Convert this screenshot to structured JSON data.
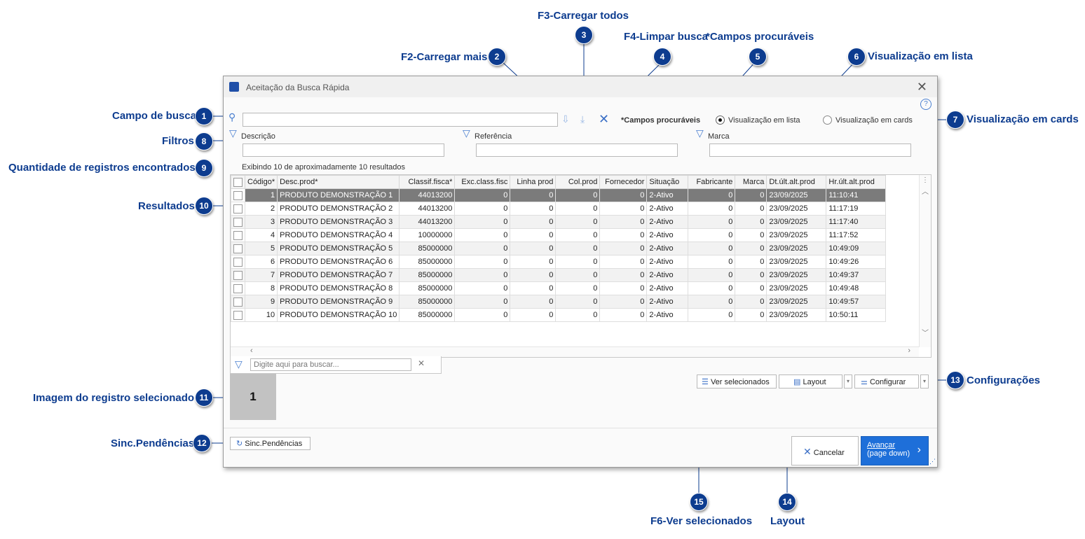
{
  "window": {
    "title": "Aceitação da Busca Rápida",
    "search_placeholder": "Digite aqui para buscar...",
    "campos_procuraveis": "*Campos procuráveis",
    "view_list": "Visualização em lista",
    "view_cards": "Visualização em cards",
    "selected_view": "list",
    "filters": [
      {
        "label": "Descrição"
      },
      {
        "label": "Referência"
      },
      {
        "label": "Marca"
      }
    ],
    "result_count_text": "Exibindo 10 de aproximadamente 10 resultados",
    "table": {
      "columns": [
        "Código*",
        "Desc.prod*",
        "Classif.fisca*",
        "Exc.class.fisc",
        "Linha prod",
        "Col.prod",
        "Fornecedor",
        "Situação",
        "Fabricante",
        "Marca",
        "Dt.últ.alt.prod",
        "Hr.últ.alt.prod"
      ],
      "rows": [
        [
          "1",
          "PRODUTO DEMONSTRAÇÃO 1",
          "44013200",
          "0",
          "0",
          "0",
          "0",
          "2-Ativo",
          "0",
          "0",
          "23/09/2025",
          "11:10:41"
        ],
        [
          "2",
          "PRODUTO DEMONSTRAÇÃO 2",
          "44013200",
          "0",
          "0",
          "0",
          "0",
          "2-Ativo",
          "0",
          "0",
          "23/09/2025",
          "11:17:19"
        ],
        [
          "3",
          "PRODUTO DEMONSTRAÇÃO 3",
          "44013200",
          "0",
          "0",
          "0",
          "0",
          "2-Ativo",
          "0",
          "0",
          "23/09/2025",
          "11:17:40"
        ],
        [
          "4",
          "PRODUTO DEMONSTRAÇÃO 4",
          "10000000",
          "0",
          "0",
          "0",
          "0",
          "2-Ativo",
          "0",
          "0",
          "23/09/2025",
          "11:17:52"
        ],
        [
          "5",
          "PRODUTO DEMONSTRAÇÃO 5",
          "85000000",
          "0",
          "0",
          "0",
          "0",
          "2-Ativo",
          "0",
          "0",
          "23/09/2025",
          "10:49:09"
        ],
        [
          "6",
          "PRODUTO DEMONSTRAÇÃO 6",
          "85000000",
          "0",
          "0",
          "0",
          "0",
          "2-Ativo",
          "0",
          "0",
          "23/09/2025",
          "10:49:26"
        ],
        [
          "7",
          "PRODUTO DEMONSTRAÇÃO 7",
          "85000000",
          "0",
          "0",
          "0",
          "0",
          "2-Ativo",
          "0",
          "0",
          "23/09/2025",
          "10:49:37"
        ],
        [
          "8",
          "PRODUTO DEMONSTRAÇÃO 8",
          "85000000",
          "0",
          "0",
          "0",
          "0",
          "2-Ativo",
          "0",
          "0",
          "23/09/2025",
          "10:49:48"
        ],
        [
          "9",
          "PRODUTO DEMONSTRAÇÃO 9",
          "85000000",
          "0",
          "0",
          "0",
          "0",
          "2-Ativo",
          "0",
          "0",
          "23/09/2025",
          "10:49:57"
        ],
        [
          "10",
          "PRODUTO DEMONSTRAÇÃO 10",
          "85000000",
          "0",
          "0",
          "0",
          "0",
          "2-Ativo",
          "0",
          "0",
          "23/09/2025",
          "10:50:11"
        ]
      ],
      "selected_row": 0
    },
    "thumbnail_text": "1",
    "buttons": {
      "ver_selecionados": "Ver selecionados",
      "layout": "Layout",
      "configurar": "Configurar",
      "sinc": "Sinc.Pendências",
      "cancelar": "Cancelar",
      "avancar_line1": "Avançar",
      "avancar_line2": "(page down)"
    },
    "colors": {
      "accent": "#1e6fd9",
      "selected_row": "#7b7b7b",
      "callout": "#0d3c8f"
    }
  },
  "callouts": {
    "c1": {
      "num": "1",
      "label": "Campo de busca"
    },
    "c2": {
      "num": "2",
      "label": "F2-Carregar mais"
    },
    "c3": {
      "num": "3",
      "label": "F3-Carregar todos"
    },
    "c4": {
      "num": "4",
      "label": "F4-Limpar busca"
    },
    "c5": {
      "num": "5",
      "label": "*Campos procuráveis"
    },
    "c6": {
      "num": "6",
      "label": "Visualização em lista"
    },
    "c7": {
      "num": "7",
      "label": "Visualização em cards"
    },
    "c8": {
      "num": "8",
      "label": "Filtros"
    },
    "c9": {
      "num": "9",
      "label": "Quantidade de registros encontrados"
    },
    "c10": {
      "num": "10",
      "label": "Resultados"
    },
    "c11": {
      "num": "11",
      "label": "Imagem do registro selecionado"
    },
    "c12": {
      "num": "12",
      "label": "Sinc.Pendências"
    },
    "c13": {
      "num": "13",
      "label": "Configurações"
    },
    "c14": {
      "num": "14",
      "label": "Layout"
    },
    "c15": {
      "num": "15",
      "label": "F6-Ver selecionados"
    }
  }
}
